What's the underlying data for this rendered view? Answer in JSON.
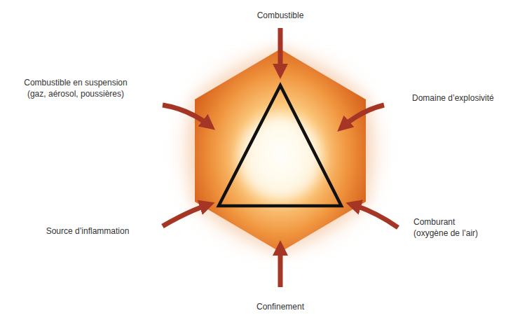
{
  "diagram": {
    "labels": [
      "Combustible",
      "Combustible en suspension (gaz, aérosol, poussières)",
      "Domaine d’explosivité",
      "Source d’inflammation",
      "Comburant (oxygène de l’air)",
      "Confinement"
    ]
  }
}
